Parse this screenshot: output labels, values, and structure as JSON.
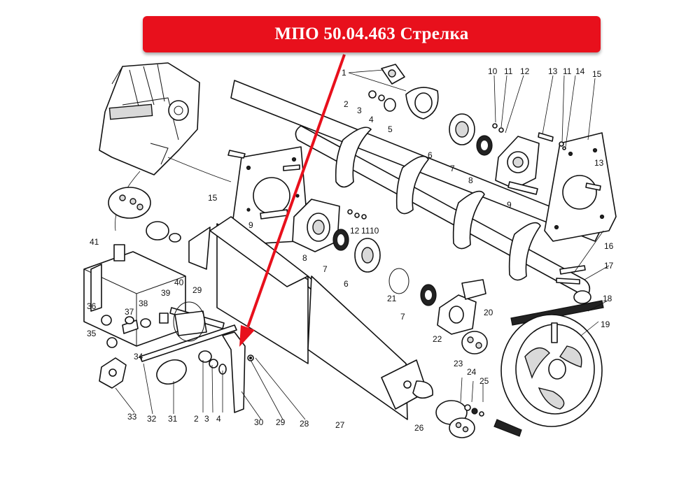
{
  "banner": {
    "title": "МПО 50.04.463 Стрелка",
    "color": "#e8101c",
    "text_color": "#ffffff"
  },
  "arrow_color": "#e8101c",
  "callouts": [
    {
      "id": "c1",
      "text": "1"
    },
    {
      "id": "c2a",
      "text": "2"
    },
    {
      "id": "c3a",
      "text": "3"
    },
    {
      "id": "c4a",
      "text": "4"
    },
    {
      "id": "c5",
      "text": "5"
    },
    {
      "id": "c6a",
      "text": "6"
    },
    {
      "id": "c7a",
      "text": "7"
    },
    {
      "id": "c8a",
      "text": "8"
    },
    {
      "id": "c9a",
      "text": "9"
    },
    {
      "id": "c10a",
      "text": "10"
    },
    {
      "id": "c11a",
      "text": "11"
    },
    {
      "id": "c12a",
      "text": "12"
    },
    {
      "id": "c13a",
      "text": "13"
    },
    {
      "id": "c11b",
      "text": "11"
    },
    {
      "id": "c14",
      "text": "14"
    },
    {
      "id": "c15a",
      "text": "15"
    },
    {
      "id": "c13b",
      "text": "13"
    },
    {
      "id": "c15b",
      "text": "15"
    },
    {
      "id": "c9b",
      "text": "9"
    },
    {
      "id": "c8b",
      "text": "8"
    },
    {
      "id": "c12b",
      "text": "12"
    },
    {
      "id": "c11c",
      "text": "11"
    },
    {
      "id": "c10b",
      "text": "10"
    },
    {
      "id": "c7b",
      "text": "7"
    },
    {
      "id": "c6b",
      "text": "6"
    },
    {
      "id": "c16",
      "text": "16"
    },
    {
      "id": "c17",
      "text": "17"
    },
    {
      "id": "c18",
      "text": "18"
    },
    {
      "id": "c19",
      "text": "19"
    },
    {
      "id": "c20",
      "text": "20"
    },
    {
      "id": "c21",
      "text": "21"
    },
    {
      "id": "c7c",
      "text": "7"
    },
    {
      "id": "c22",
      "text": "22"
    },
    {
      "id": "c23",
      "text": "23"
    },
    {
      "id": "c24",
      "text": "24"
    },
    {
      "id": "c25",
      "text": "25"
    },
    {
      "id": "c26",
      "text": "26"
    },
    {
      "id": "c27",
      "text": "27"
    },
    {
      "id": "c28",
      "text": "28"
    },
    {
      "id": "c29a",
      "text": "29"
    },
    {
      "id": "c30",
      "text": "30"
    },
    {
      "id": "c29b",
      "text": "29"
    },
    {
      "id": "c2b",
      "text": "2"
    },
    {
      "id": "c3b",
      "text": "3"
    },
    {
      "id": "c4b",
      "text": "4"
    },
    {
      "id": "c31",
      "text": "31"
    },
    {
      "id": "c32",
      "text": "32"
    },
    {
      "id": "c33",
      "text": "33"
    },
    {
      "id": "c34",
      "text": "34"
    },
    {
      "id": "c35",
      "text": "35"
    },
    {
      "id": "c36",
      "text": "36"
    },
    {
      "id": "c37",
      "text": "37"
    },
    {
      "id": "c38",
      "text": "38"
    },
    {
      "id": "c39",
      "text": "39"
    },
    {
      "id": "c40",
      "text": "40"
    },
    {
      "id": "c41",
      "text": "41"
    }
  ]
}
